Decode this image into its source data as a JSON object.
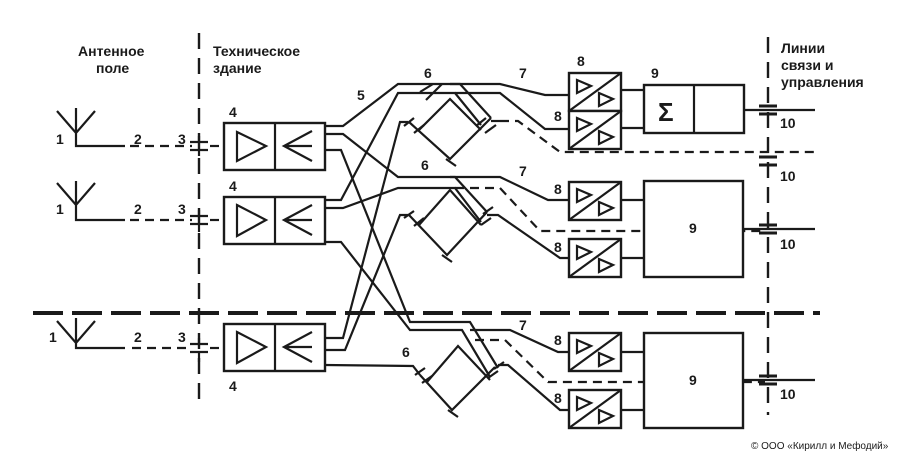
{
  "headers": {
    "antenna_field": [
      "Антенное",
      "поле"
    ],
    "technical_building": [
      "Техническое",
      "здание"
    ],
    "comm_lines": [
      "Линии",
      "связи и",
      "управления"
    ]
  },
  "labels": {
    "antenna": "1",
    "feeder": "2",
    "entry": "3",
    "preamp": "4",
    "cable": "5",
    "hybrid": "6",
    "line": "7",
    "receiver": "8",
    "combiner": "9",
    "output": "10",
    "sigma": "Σ"
  },
  "copyright": "© ООО «Кирилл и Мефодий»"
}
